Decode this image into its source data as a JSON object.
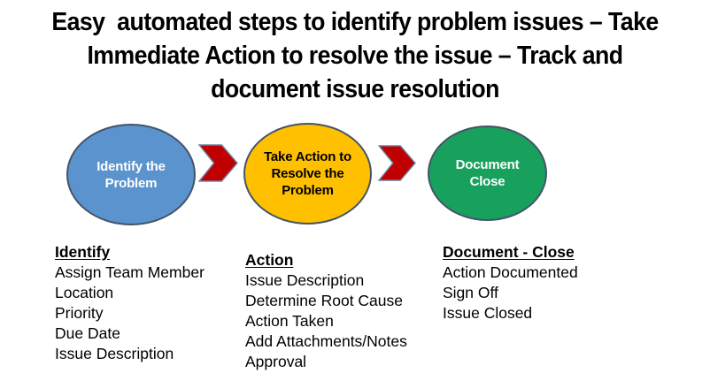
{
  "title": {
    "lines": [
      "Easy  automated steps to identify problem issues – Take",
      "Immediate Action to resolve the issue – Track and",
      "document issue resolution"
    ]
  },
  "flow": {
    "steps": [
      {
        "label": "Identify the\nProblem",
        "fill": "#5B93CE",
        "border": "#44546A",
        "text_color": "#FFFFFF"
      },
      {
        "label": "Take Action to\nResolve the\nProblem",
        "fill": "#FFC000",
        "border": "#44546A",
        "text_color": "#000000"
      },
      {
        "label": "Document\nClose",
        "fill": "#17A15C",
        "border": "#44546A",
        "text_color": "#FFFFFF"
      }
    ],
    "arrow": {
      "fill": "#C00000",
      "outline": "#6E85A8"
    }
  },
  "lists": [
    {
      "heading": "Identify",
      "items": [
        "Assign Team Member",
        "Location",
        "Priority",
        "Due Date",
        "Issue Description"
      ]
    },
    {
      "heading": "Action",
      "items": [
        "Issue Description",
        "Determine Root Cause",
        "Action Taken",
        "Add Attachments/Notes",
        "Approval"
      ]
    },
    {
      "heading": "Document - Close",
      "items": [
        "Action Documented",
        "Sign Off",
        "Issue Closed"
      ]
    }
  ]
}
